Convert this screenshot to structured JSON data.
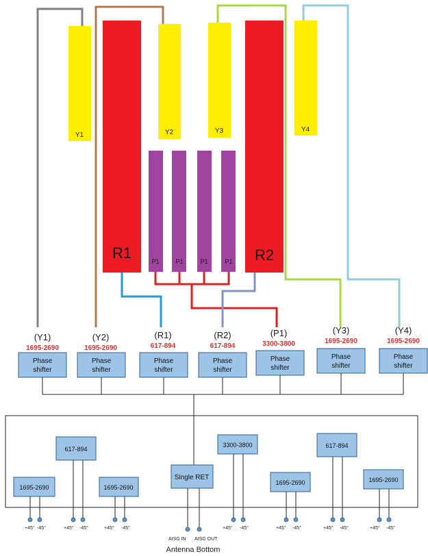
{
  "colors": {
    "radiator_high": "#ffee00",
    "radiator_low": "#ed1c24",
    "radiator_mid": "#a044a0",
    "box_fill": "#9dc3e6",
    "box_stroke": "#2f5f8a",
    "line_y1": "#808080",
    "line_y2": "#b07850",
    "line_r1": "#1f9bd7",
    "line_r2": "#7f95c0",
    "line_p1": "#e02020",
    "line_y3": "#a8d840",
    "line_y4": "#92cddc",
    "freq_text": "#e03030",
    "port_dot": "#5b8fc0"
  },
  "radiators": {
    "y1": "Y1",
    "y2": "Y2",
    "y3": "Y3",
    "y4": "Y4",
    "r1": "R1",
    "r2": "R2",
    "p1": [
      "P1",
      "P1",
      "P1",
      "P1"
    ]
  },
  "channels": [
    {
      "label": "(Y1)",
      "freq": "1695-2690"
    },
    {
      "label": "(Y2)",
      "freq": "1695-2690"
    },
    {
      "label": "(R1)",
      "freq": "617-894"
    },
    {
      "label": "(R2)",
      "freq": "617-894"
    },
    {
      "label": "(P1)",
      "freq": "3300-3800"
    },
    {
      "label": "(Y3)",
      "freq": "1695-2690"
    },
    {
      "label": "(Y4)",
      "freq": "1695-2690"
    }
  ],
  "phase_shifter": {
    "line1": "Phase",
    "line2": "shifter"
  },
  "bottom_boxes": [
    "1695-2690",
    "617-894",
    "1695-2690",
    "Single RET",
    "3300-3800",
    "1695-2690",
    "617-894",
    "1695-2690"
  ],
  "port_labels": {
    "plus": "+45°",
    "minus": "-45°",
    "aisg_in": "AISG IN",
    "aisg_out": "AISG OUT"
  },
  "footer": "Antenna Bottom"
}
